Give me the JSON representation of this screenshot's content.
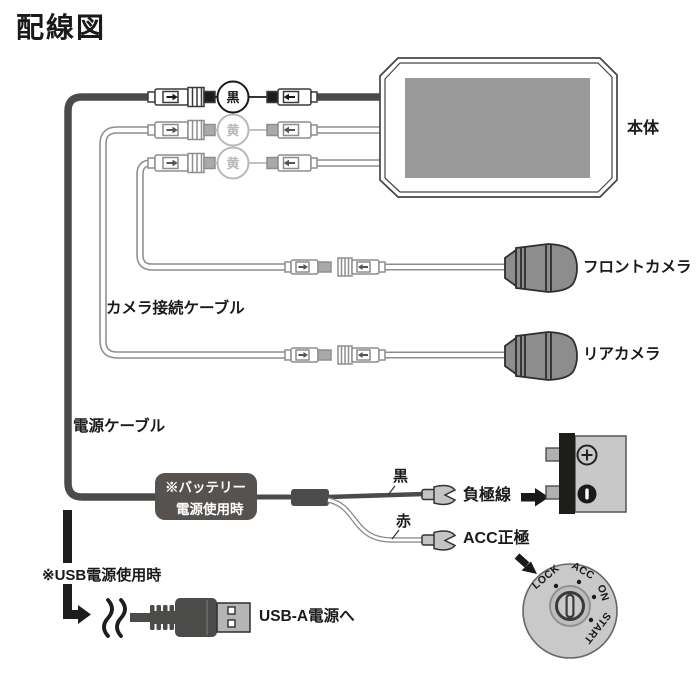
{
  "title": "配線図",
  "monitor": {
    "label": "本体"
  },
  "connector_tags": [
    "黒",
    "黄",
    "黄"
  ],
  "labels": {
    "camera_cable": "カメラ接続ケーブル",
    "power_cable": "電源ケーブル",
    "front_camera": "フロントカメラ",
    "rear_camera": "リアカメラ"
  },
  "power": {
    "battery_note": {
      "line1": "※バッテリー",
      "line2": "電源使用時"
    },
    "black_wire": "黒",
    "red_wire": "赤",
    "negative_line": "負極線",
    "acc_positive": "ACC正極"
  },
  "ignition": {
    "positions": [
      "LOCK",
      "ACC",
      "ON",
      "START"
    ]
  },
  "usb": {
    "note": "※USB電源使用時",
    "destination": "USB-A電源へ"
  },
  "icons": {
    "battery_positive": "circle-plus",
    "battery_negative": "circle-minus",
    "connector_flow_right": "arrow-right",
    "connector_flow_left": "arrow-left",
    "to_battery": "thick-arrow-right",
    "to_ignition": "thick-arrow-down-right",
    "usb_route": "thick-arrow-elbow",
    "cable_break": "double-squiggle"
  },
  "colors": {
    "dark_cable": "#4b4b49",
    "near_black": "#1d1d1c",
    "light_outline": "#8e8e8e",
    "light_tag": "#b9b9b9",
    "screen_gray": "#9a9a9a",
    "device_gray": "#8d8d8d",
    "panel_gray": "#c8c8c8",
    "dial_gray": "#c9c9c9"
  }
}
